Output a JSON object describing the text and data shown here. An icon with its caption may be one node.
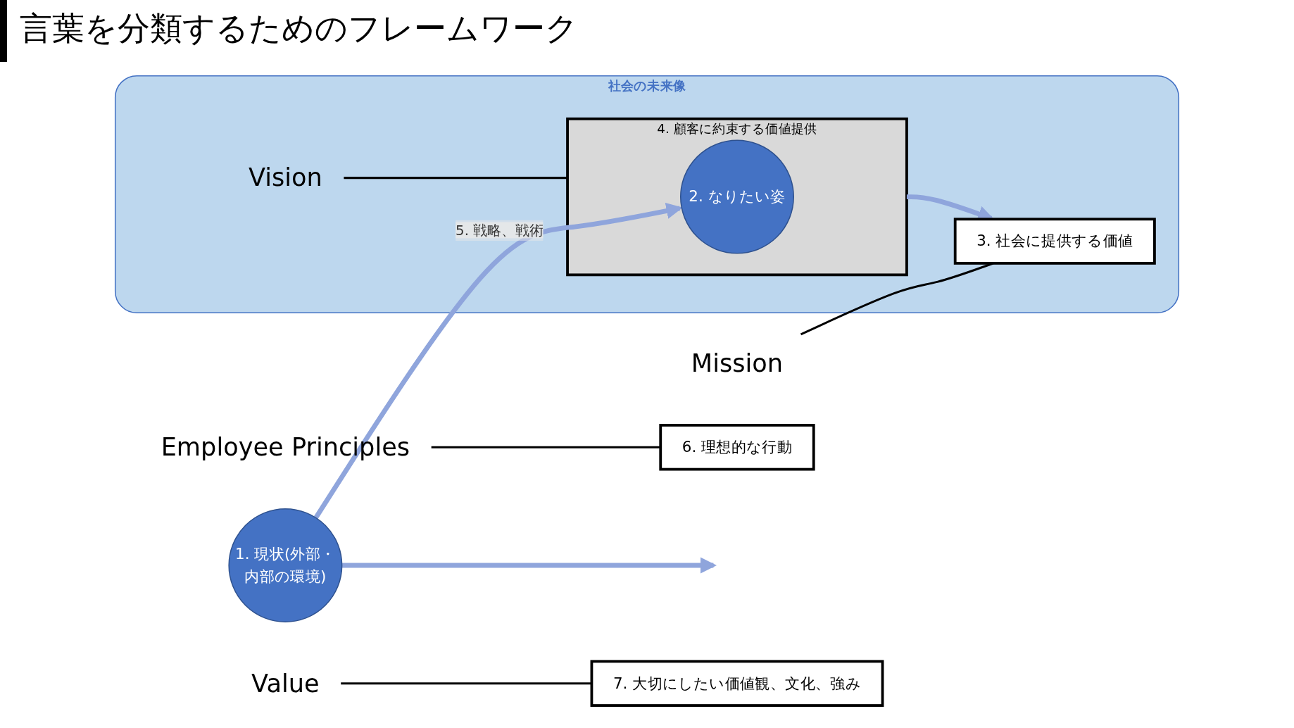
{
  "diagram": {
    "title": "言葉を分類するためのフレームワーク",
    "nodes": [
      {
        "text": [
          "社会の未来像"
        ]
      },
      {
        "text": [
          "Mission"
        ]
      },
      {
        "text": [
          "3. 社会に提供する価値"
        ],
        "in": 0
      },
      {
        "text": [
          "Employee Principles"
        ]
      },
      {
        "text": [],
        "shape": "box",
        "in": 0,
        "beside": [
          "4. 顧客に約束する価値提供"
        ]
      },
      {
        "text": [
          "2. なりたい姿"
        ],
        "in": 4
      },
      {
        "text": [
          "Vision"
        ],
        "in": 0
      },
      {
        "text": [
          "6. 理想的な行動"
        ]
      },
      {
        "text": [
          "1. 現状(外部・内部の環境)"
        ]
      },
      {
        "text": [
          "Value"
        ]
      },
      {
        "text": [
          "7. 大切にしたい価値観、文化、強み"
        ]
      }
    ],
    "edges": [
      {
        "from": 1,
        "to": 2,
        "arrow": "none"
      },
      {
        "from": 4,
        "to": 2,
        "arrow": "to",
        "style": "thick",
        "color": "#8fa5dc"
      },
      {
        "from": 3,
        "to": 7,
        "arrow": "none"
      },
      {
        "from": 6,
        "to": 4,
        "arrow": "none"
      },
      {
        "from": 8,
        "to": 5,
        "arrow": "to",
        "label": "5. 戦略、戦術",
        "style": "thick",
        "color": "#8fa5dc"
      },
      {
        "from": 8,
        "to": null,
        "arrow": "to",
        "style": "thick",
        "color": "#8fa5dc"
      },
      {
        "from": 9,
        "to": 10,
        "arrow": "none"
      }
    ]
  }
}
